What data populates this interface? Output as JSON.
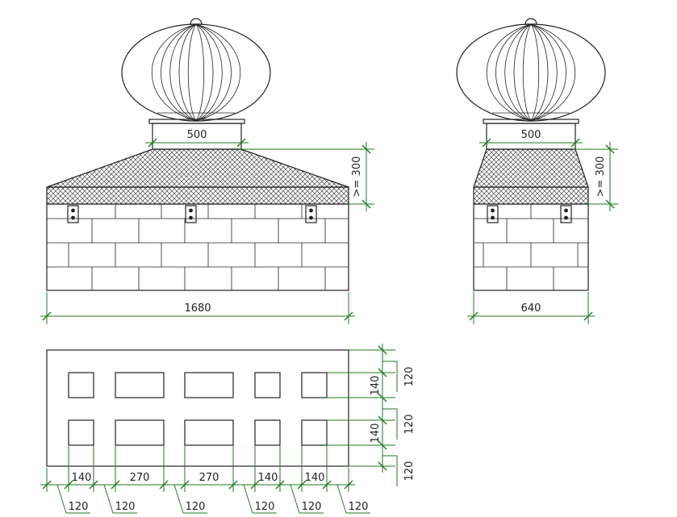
{
  "colors": {
    "outline": "#222222",
    "dimension": "#1f7a1f",
    "background": "#ffffff"
  },
  "front_view": {
    "turbine_throat_width": "500",
    "cap_height": ">= 300",
    "base_width": "1680"
  },
  "side_view": {
    "turbine_throat_width": "500",
    "cap_height": ">= 300",
    "base_width": "640"
  },
  "plan_view": {
    "bottom_widths": [
      "140",
      "270",
      "270",
      "140",
      "140"
    ],
    "bottom_gaps": [
      "120",
      "120",
      "120",
      "120",
      "120",
      "120"
    ],
    "right_heights": [
      "140",
      "140"
    ],
    "right_gaps": [
      "120",
      "120",
      "120"
    ]
  }
}
